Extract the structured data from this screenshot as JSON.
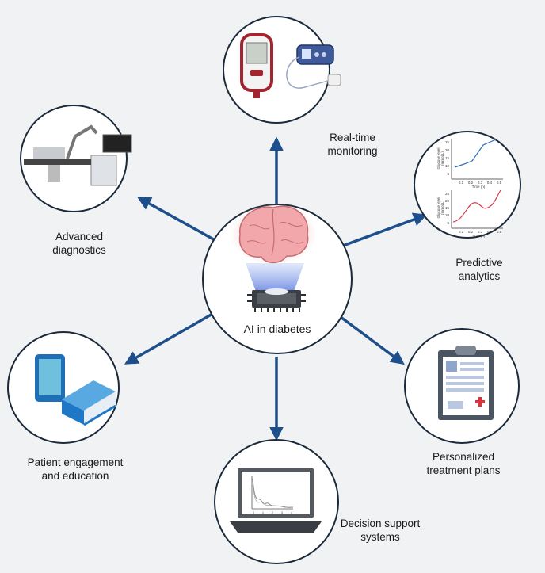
{
  "center": {
    "label": "AI in diabetes"
  },
  "nodes": {
    "monitoring": {
      "line1": "Real-time",
      "line2": "monitoring"
    },
    "diagnostics": {
      "line1": "Advanced",
      "line2": "diagnostics"
    },
    "predictive": {
      "line1": "Predictive",
      "line2": "analytics"
    },
    "engagement": {
      "line1": "Patient engagement",
      "line2": "and education"
    },
    "treatment": {
      "line1": "Personalized",
      "line2": "treatment plans"
    },
    "decision": {
      "line1": "Decision support",
      "line2": "systems"
    }
  },
  "mini_charts": {
    "top": {
      "ylabel_1": "Glucose level",
      "ylabel_2": "(mmol/L)",
      "xlabel": "Time (h)",
      "yticks": [
        "5",
        "10",
        "15",
        "20",
        "25"
      ],
      "xticks": [
        "0.1",
        "0.2",
        "0.3",
        "0.4",
        "0.5"
      ]
    },
    "bottom": {
      "ylabel_1": "Glucose level",
      "ylabel_2": "(mmol/L)",
      "xlabel": "Time (h)",
      "yticks": [
        "5",
        "10",
        "15",
        "20",
        "25"
      ],
      "xticks": [
        "0.1",
        "0.2",
        "0.3",
        "0.4",
        "0.5"
      ]
    },
    "laptop": {
      "xticks": [
        "0",
        "1",
        "2",
        "3",
        "4"
      ]
    }
  },
  "colors": {
    "circle_stroke": "#1b2a3a",
    "arrow": "#1d4f8c",
    "line_blue": "#2e6fb7",
    "line_red": "#d33b4b",
    "book": "#1f78c6"
  }
}
